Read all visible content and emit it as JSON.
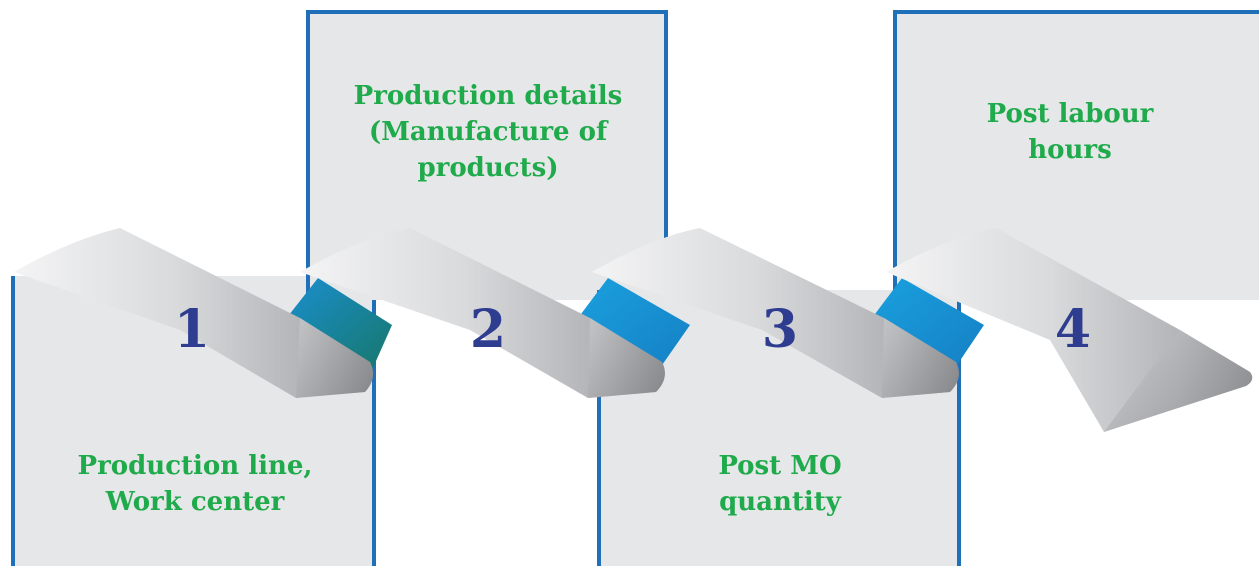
{
  "steps": [
    {
      "number": "1",
      "label": "Production line,\nWork center"
    },
    {
      "number": "2",
      "label": "Production details\n(Manufacture of\nproducts)"
    },
    {
      "number": "3",
      "label": "Post MO\nquantity"
    },
    {
      "number": "4",
      "label": "Post labour\nhours"
    }
  ],
  "colors": {
    "panel_fill": "#e6e7e8",
    "panel_border": "#1f70b8",
    "ribbon_light": "#f2f2f3",
    "ribbon_dark": "#8e8f92",
    "connector": "#1a8fd0",
    "connector_dark": "#17776a",
    "label_text": "#1faa4b",
    "number_text": "#2e3d8f"
  }
}
